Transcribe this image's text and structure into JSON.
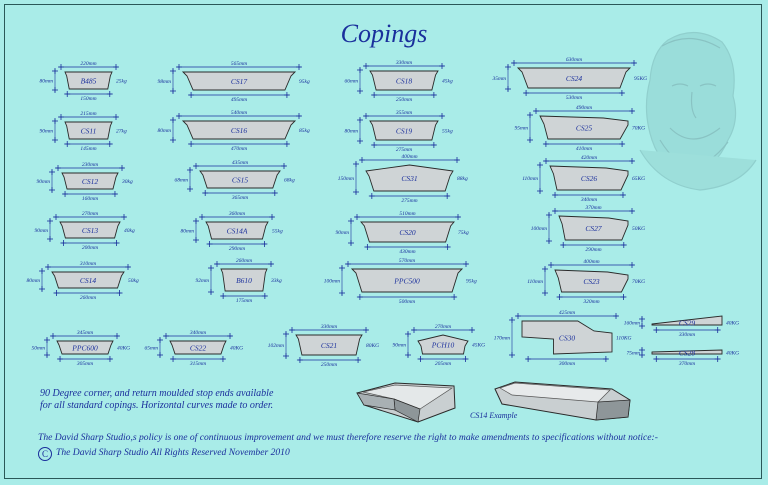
{
  "title": "Copings",
  "colors": {
    "background": "#a9ece8",
    "text": "#1a2f9c",
    "profile_fill": "#cfd4d6",
    "profile_stroke": "#2a2a2a"
  },
  "profiles": [
    {
      "name": "B485",
      "top_width": "220mm",
      "bottom_width": "150mm",
      "height": "80mm",
      "weight": "25kg"
    },
    {
      "name": "CS11",
      "top_width": "215mm",
      "bottom_width": "145mm",
      "height": "90mm",
      "weight": "27kg"
    },
    {
      "name": "CS12",
      "top_width": "230mm",
      "bottom_width": "160mm",
      "height": "90mm",
      "weight": "30kg"
    },
    {
      "name": "CS13",
      "top_width": "270mm",
      "bottom_width": "200mm",
      "height": "90mm",
      "weight": "40kg"
    },
    {
      "name": "CS14",
      "top_width": "310mm",
      "bottom_width": "260mm",
      "height": "80mm",
      "weight": "50kg"
    },
    {
      "name": "CS17",
      "top_width": "565mm",
      "bottom_width": "495mm",
      "height": "98mm",
      "weight": "95kg"
    },
    {
      "name": "CS16",
      "top_width": "540mm",
      "bottom_width": "470mm",
      "height": "80mm",
      "weight": "85kg"
    },
    {
      "name": "CS15",
      "top_width": "435mm",
      "bottom_width": "365mm",
      "height": "68mm",
      "weight": "68kg"
    },
    {
      "name": "CS14A",
      "top_width": "360mm",
      "bottom_width": "290mm",
      "height": "80mm",
      "weight": "55kg"
    },
    {
      "name": "B610",
      "top_width": "260mm",
      "bottom_width": "175mm",
      "height": "92mm",
      "weight": "33kg"
    },
    {
      "name": "CS18",
      "top_width": "330mm",
      "bottom_width": "250mm",
      "height": "66mm",
      "weight": "45kg"
    },
    {
      "name": "CS19",
      "top_width": "355mm",
      "bottom_width": "275mm",
      "height": "80mm",
      "weight": "55kg"
    },
    {
      "name": "CS31",
      "top_width": "400mm",
      "bottom_width": "275mm",
      "height": "150mm",
      "weight": "88kg"
    },
    {
      "name": "CS20",
      "top_width": "510mm",
      "bottom_width": "430mm",
      "height": "90mm",
      "weight": "75kg"
    },
    {
      "name": "PPC500",
      "top_width": "570mm",
      "bottom_width": "500mm",
      "height": "100mm",
      "weight": "95kg"
    },
    {
      "name": "CS24",
      "top_width": "630mm",
      "bottom_width": "530mm",
      "height": "35mm",
      "weight": "95KG"
    },
    {
      "name": "CS25",
      "top_width": "490mm",
      "bottom_width": "410mm",
      "height": "95mm",
      "weight": "70KG"
    },
    {
      "name": "CS26",
      "top_width": "420mm",
      "bottom_width": "340mm",
      "height": "110mm",
      "weight": "65KG"
    },
    {
      "name": "CS27",
      "top_width": "370mm",
      "bottom_width": "290mm",
      "height": "100mm",
      "weight": "50KG"
    },
    {
      "name": "CS23",
      "top_width": "400mm",
      "bottom_width": "320mm",
      "height": "110mm",
      "weight": "70KG"
    },
    {
      "name": "PPC600",
      "top_width": "345mm",
      "bottom_width": "305mm",
      "height": "50mm",
      "weight": "40KG"
    },
    {
      "name": "CS22",
      "top_width": "340mm",
      "bottom_width": "315mm",
      "height": "65mm",
      "weight": "40KG"
    },
    {
      "name": "CS21",
      "top_width": "330mm",
      "bottom_width": "250mm",
      "height": "102mm",
      "weight": "80KG"
    },
    {
      "name": "PCH10",
      "top_width": "270mm",
      "bottom_width": "205mm",
      "height": "90mm",
      "weight": "45KG"
    },
    {
      "name": "CS30",
      "top_width": "425mm",
      "bottom_width": "300mm",
      "height": "170mm",
      "weight": "110KG"
    },
    {
      "name": "CS29",
      "top_width": "",
      "bottom_width": "330mm",
      "height": "160mm",
      "weight": "40KG"
    },
    {
      "name": "CS28",
      "top_width": "",
      "bottom_width": "370mm",
      "height": "75mm",
      "weight": "40KG"
    }
  ],
  "notes": {
    "line1": "90 Degree corner, and return moulded stop ends available",
    "line2": "for all standard copings. Horizontal curves made to order."
  },
  "example_label": "CS14 Example",
  "footer": {
    "policy": "The David Sharp Studio,s policy is one of continuous improvement and we must therefore  reserve the right to make amendments to specifications without notice:-",
    "copyright_symbol": "C",
    "copyright": "The David Sharp Studio All Rights Reserved November 2010"
  }
}
